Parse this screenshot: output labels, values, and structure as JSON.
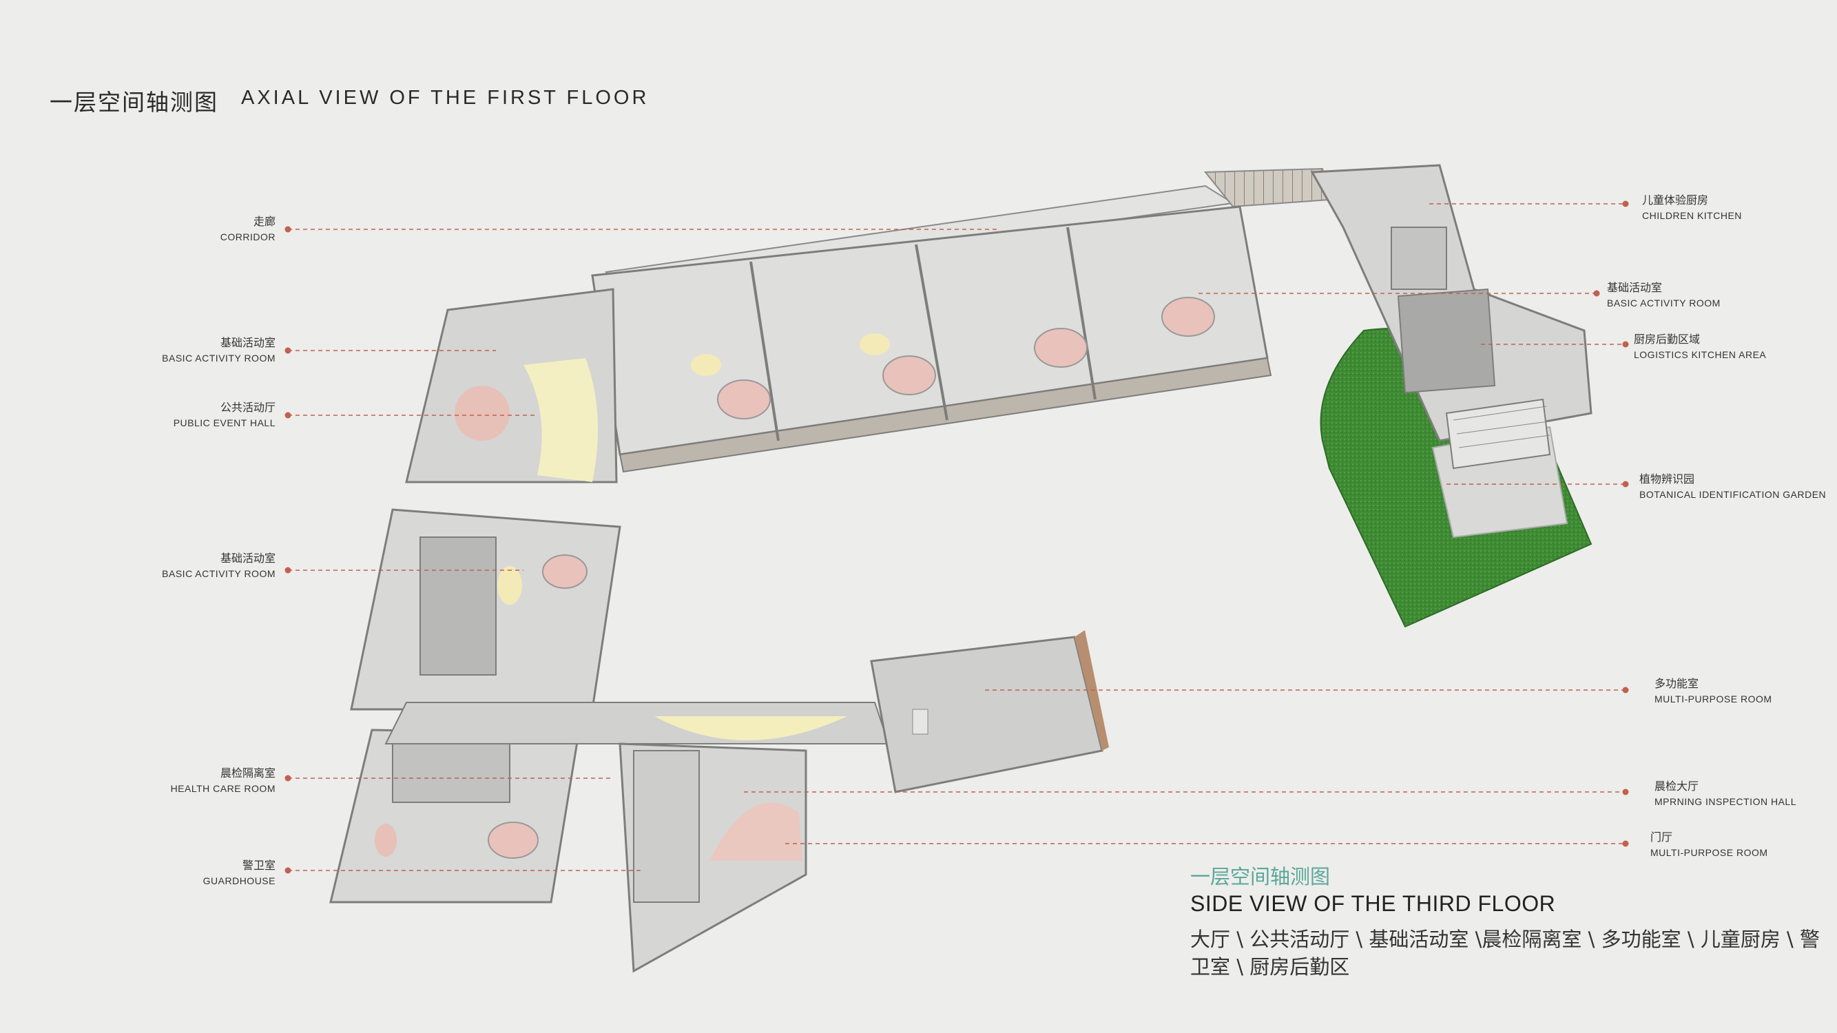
{
  "header": {
    "title_zh": "一层空间轴测图",
    "title_en": "AXIAL VIEW OF THE FIRST FLOOR"
  },
  "colors": {
    "background": "#ededeb",
    "leader": "#c0614f",
    "wall": "#d8d8d6",
    "wall_dark": "#9c9c9a",
    "lawn": "#3f8a34",
    "accent_pink": "#e9bcb4",
    "accent_yellow": "#f3eab8",
    "subtitle_green": "#5aa79a"
  },
  "labels_left": [
    {
      "zh": "走廊",
      "en": "CORRIDOR"
    },
    {
      "zh": "基础活动室",
      "en": "BASIC ACTIVITY ROOM"
    },
    {
      "zh": "公共活动厅",
      "en": "PUBLIC EVENT HALL"
    },
    {
      "zh": "基础活动室",
      "en": "BASIC ACTIVITY ROOM"
    },
    {
      "zh": "晨检隔离室",
      "en": "HEALTH CARE ROOM"
    },
    {
      "zh": "警卫室",
      "en": "GUARDHOUSE"
    }
  ],
  "labels_right": [
    {
      "zh": "儿童体验厨房",
      "en": "CHILDREN KITCHEN"
    },
    {
      "zh": "基础活动室",
      "en": "BASIC ACTIVITY ROOM"
    },
    {
      "zh": "厨房后勤区域",
      "en": "LOGISTICS KITCHEN AREA"
    },
    {
      "zh": "植物辨识园",
      "en": "BOTANICAL IDENTIFICATION GARDEN"
    },
    {
      "zh": "多功能室",
      "en": "MULTI-PURPOSE ROOM"
    },
    {
      "zh": "晨检大厅",
      "en": "MPRNING INSPECTION HALL"
    },
    {
      "zh": "门厅",
      "en": "MULTI-PURPOSE ROOM"
    }
  ],
  "footer": {
    "subtitle_zh": "一层空间轴测图",
    "subtitle_en": "SIDE VIEW OF THE THIRD FLOOR",
    "room_list": "大厅 \\ 公共活动厅 \\ 基础活动室 \\晨检隔离室 \\ 多功能室 \\ 儿童厨房 \\ 警卫室 \\ 厨房后勤区"
  }
}
